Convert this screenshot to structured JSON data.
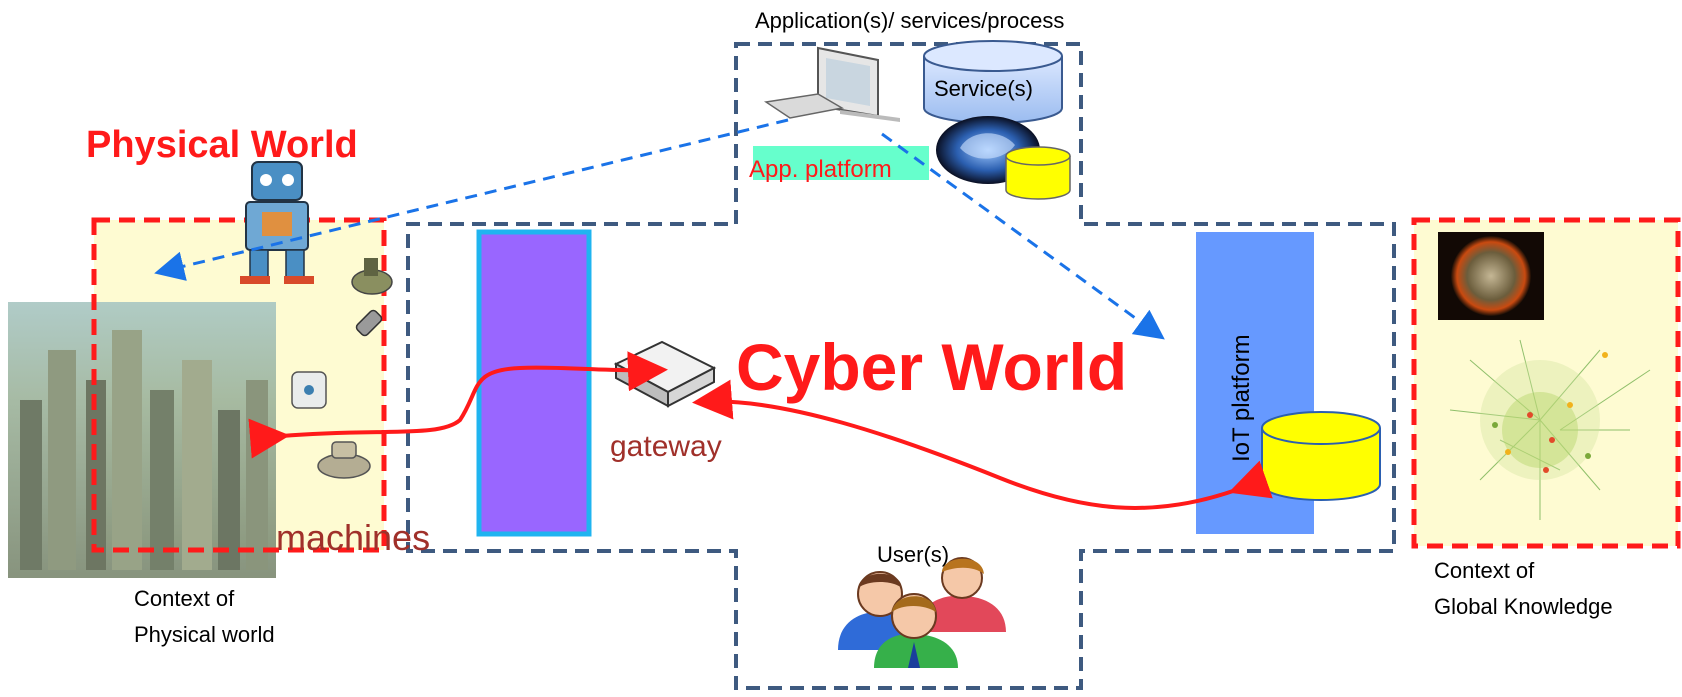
{
  "labels": {
    "applications": "Application(s)/ services/process",
    "physical_world": "Physical World",
    "app_platform": "App. platform",
    "services": "Service(s)",
    "cyber_world": "Cyber World",
    "gateway": "gateway",
    "machines": "machines",
    "users": "User(s)",
    "iot_platform": "IoT platform",
    "context_physical_line1": "Context of",
    "context_physical_line2": "Physical world",
    "context_global_line1": "Context of",
    "context_global_line2": "Global Knowledge"
  },
  "colors": {
    "red_accent": "#ff1a1a",
    "dashed_frame": "#3e5a80",
    "purple_bar": "#9966ff",
    "purple_bar_border": "#1fb4f0",
    "iot_bar": "#6699ff",
    "app_platform_bg": "#66ffcc",
    "yellow_db": "#ffff00",
    "context_bg": "#fefbd2",
    "blue_arrow": "#1a73e8",
    "brown_text": "#a0302a"
  },
  "icons": [
    "robot-icon",
    "computer-icon",
    "brain-icon",
    "database-icon",
    "router-icon",
    "sensor-icon",
    "users-icon",
    "earth-icon",
    "network-graph-icon",
    "city-photo"
  ]
}
